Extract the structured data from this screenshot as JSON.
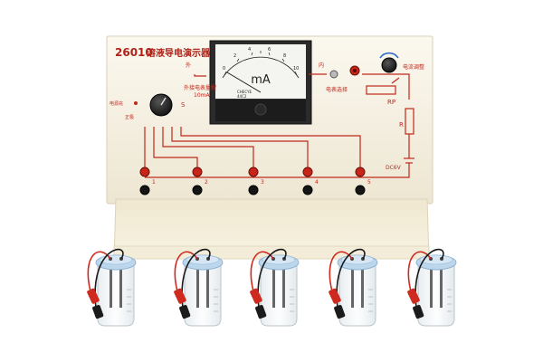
{
  "board": {
    "model": "26010",
    "title": "溶液导电演示器",
    "labels": {
      "power": "电源充",
      "pos": "正极",
      "switch_s": "S",
      "meter_range": "外接电表量程",
      "meter_range_value": "10mA",
      "meter_select": "电表选择",
      "current_adjust": "电流调整",
      "rp": "RP",
      "r": "R",
      "dc": "DC6V",
      "external": "外",
      "internal": "内"
    },
    "terminals": [
      "1",
      "2",
      "3",
      "4",
      "5"
    ]
  },
  "meter": {
    "unit": "mA",
    "brand": "CHECYE",
    "model": "44C2",
    "scale": [
      "0",
      "2",
      "4",
      "6",
      "8",
      "10"
    ]
  },
  "colors": {
    "board": "#f6f1e4",
    "panel_red": "#c0281c",
    "wire_red": "#cf2a20",
    "wire_black": "#1a1a1a",
    "cap_blue": "#bcd6ec"
  }
}
